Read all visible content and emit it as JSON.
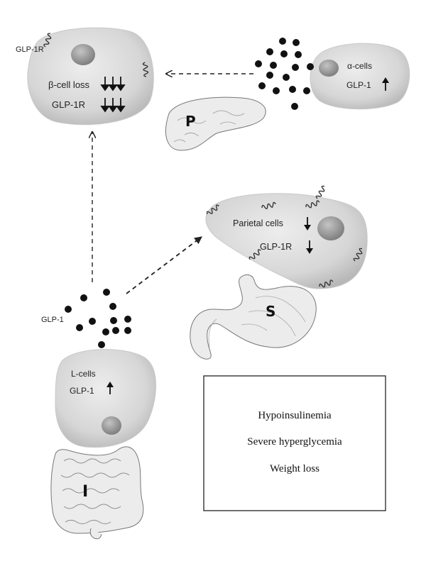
{
  "beta_cell": {
    "receptor_label": "GLP-1R",
    "line1": "β-cell loss",
    "line2": "GLP-1R"
  },
  "alpha_cell": {
    "line1": "α-cells",
    "line2": "GLP-1"
  },
  "pancreas": {
    "letter": "P"
  },
  "stomach_cell": {
    "line1": "Parietal cells",
    "line2": "GLP-1R"
  },
  "stomach": {
    "letter": "S"
  },
  "l_cell": {
    "line1": "L-cells",
    "line2": "GLP-1"
  },
  "secretion_label": "GLP-1",
  "intestine": {
    "letter": "I"
  },
  "outcome_box": {
    "lines": [
      "Hypoinsulinemia",
      "Severe hyperglycemia",
      "Weight loss"
    ]
  },
  "colors": {
    "cell_fill": "#d9d9d9",
    "nucleus": "#9a9a9a",
    "dot": "#111111",
    "arrow": "#222222"
  }
}
